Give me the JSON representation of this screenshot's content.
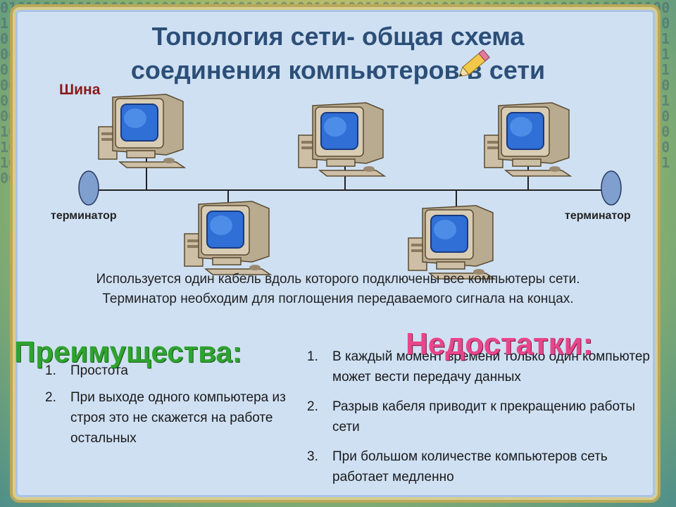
{
  "slide": {
    "title_line1": "Топология сети- общая схема",
    "title_line2": "соединения компьютеров в сети",
    "label": "Шина"
  },
  "diagram": {
    "terminator_left": "терминатор",
    "terminator_right": "терминатор",
    "computers": [
      "computer-1",
      "computer-2",
      "computer-3",
      "computer-4",
      "computer-5"
    ],
    "colors": {
      "bus": "#222222",
      "terminator": "#7f9fcf",
      "screen": "#2f6fd6",
      "case": "#cdbfa6"
    }
  },
  "description": {
    "line1": "Используется один кабель вдоль которого подключены все компьютеры сети.",
    "line2": "Терминатор необходим для поглощения передаваемого сигнала на концах."
  },
  "advantages": {
    "heading": "Преимущества:",
    "items": [
      {
        "num": "1.",
        "text": "Простота"
      },
      {
        "num": "2.",
        "text": "При выходе одного компьютера из строя это не скажется на работе остальных"
      }
    ]
  },
  "disadvantages": {
    "heading": "Недостатки:",
    "items": [
      {
        "num": "1.",
        "text": "В каждый момент времени только один компьютер может вести передачу данных"
      },
      {
        "num": "2.",
        "text": "Разрыв кабеля приводит к прекращению работы сети"
      },
      {
        "num": "3.",
        "text": "При большом количестве компьютеров сеть работает медленно"
      }
    ]
  }
}
